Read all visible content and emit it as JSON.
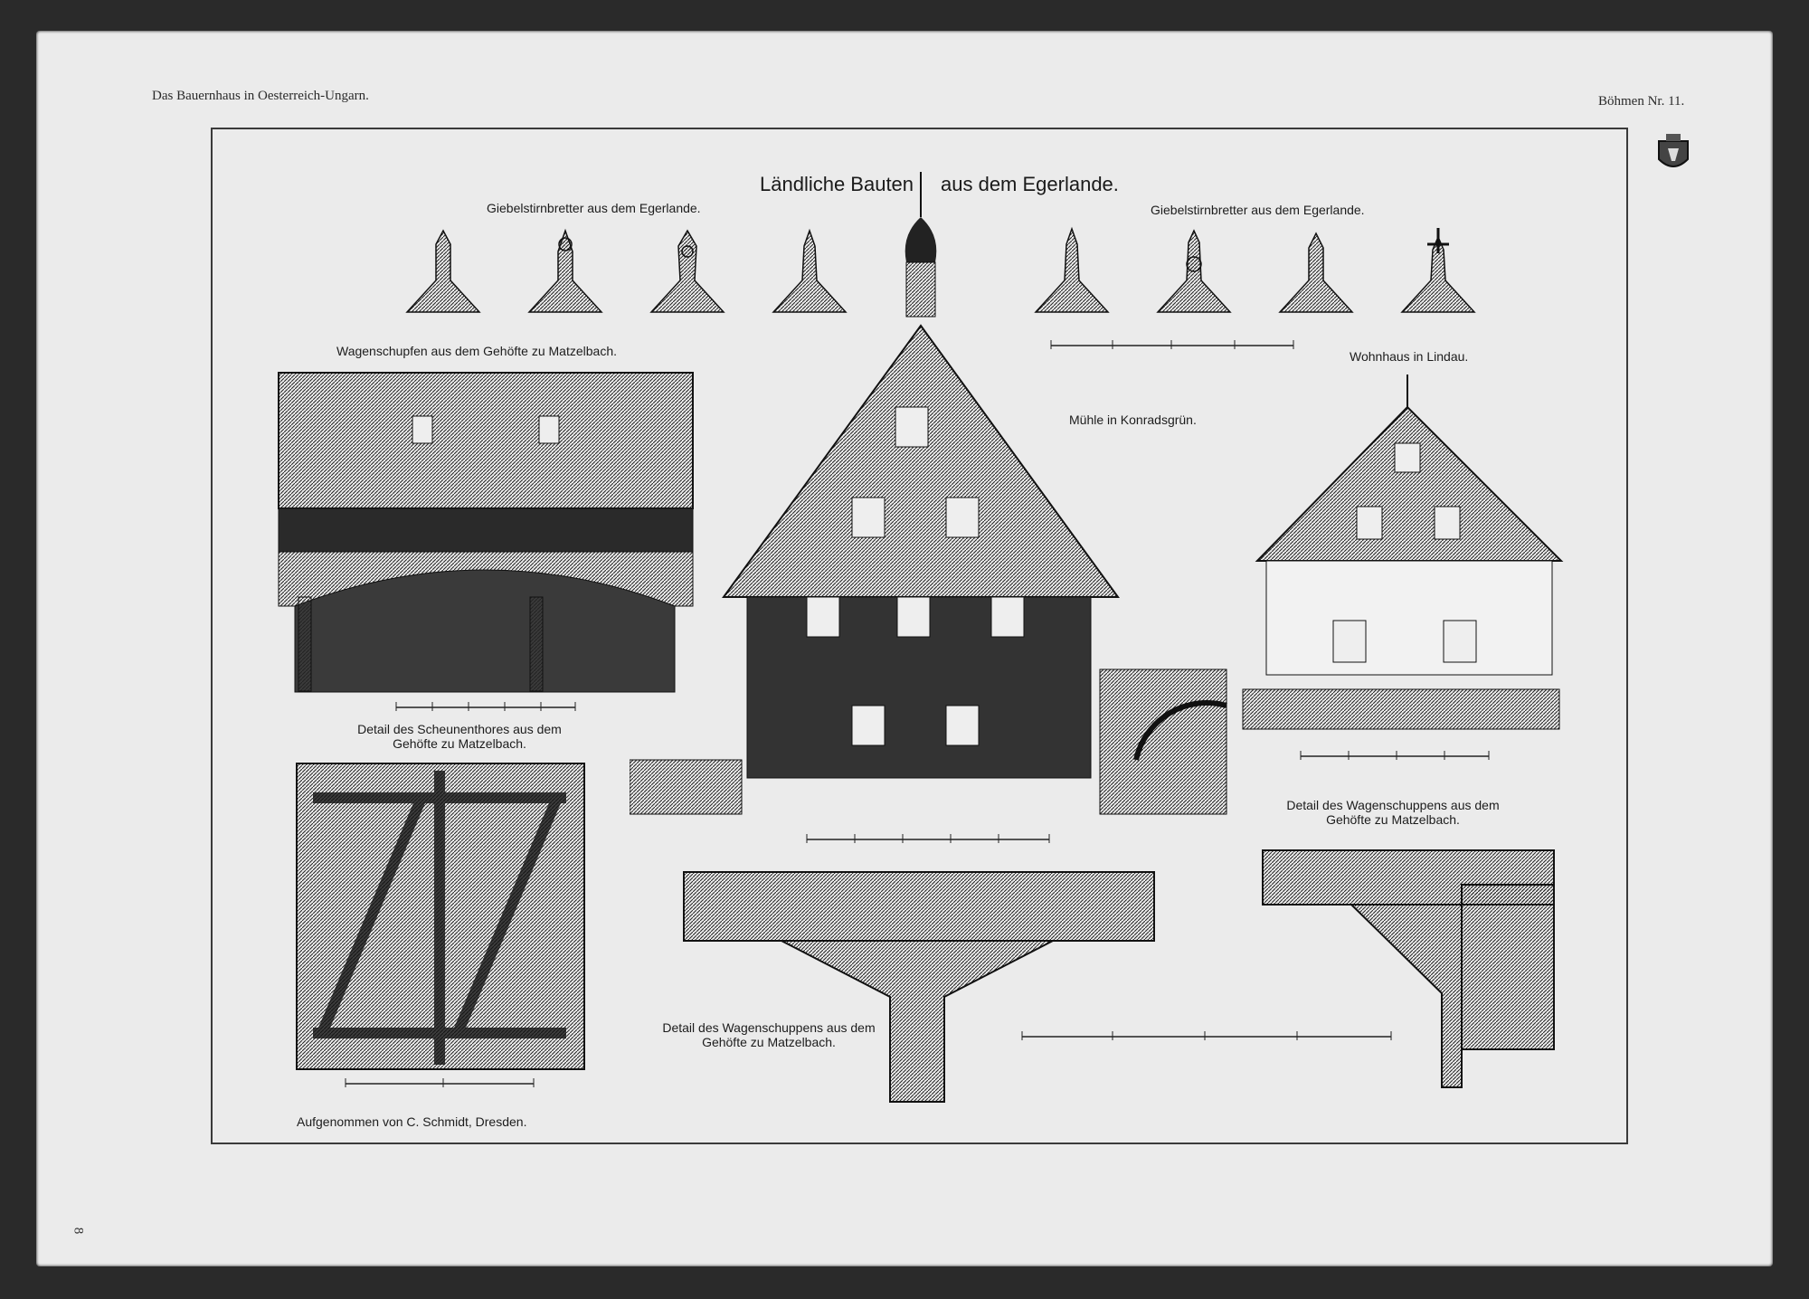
{
  "header": {
    "left": "Das Bauernhaus in Oesterreich-Ungarn.",
    "right": "Böhmen Nr. 11."
  },
  "plate": {
    "title_left": "Ländliche Bauten",
    "title_right": "aus dem Egerlande."
  },
  "captions": {
    "gable_left": "Giebelstirnbretter aus dem Egerlande.",
    "gable_right": "Giebelstirnbretter aus dem Egerlande.",
    "wagenschupfen": "Wagenschupfen aus dem Gehöfte zu Matzelbach.",
    "muehle": "Mühle in Konradsgrün.",
    "wohnhaus": "Wohnhaus in Lindau.",
    "scheunenthor": "Detail des Scheunenthores aus dem Gehöfte zu Matzelbach.",
    "wagenschuppen_center": "Detail des Wagenschuppens aus dem Gehöfte zu Matzelbach.",
    "wagenschuppen_right": "Detail des Wagenschuppens aus dem Gehöfte zu Matzelbach.",
    "credit": "Aufgenommen von C. Schmidt, Dresden."
  },
  "page_number": "8",
  "colors": {
    "paper": "#ebebeb",
    "ink": "#1a1a1a",
    "background": "#2a2a2a"
  }
}
